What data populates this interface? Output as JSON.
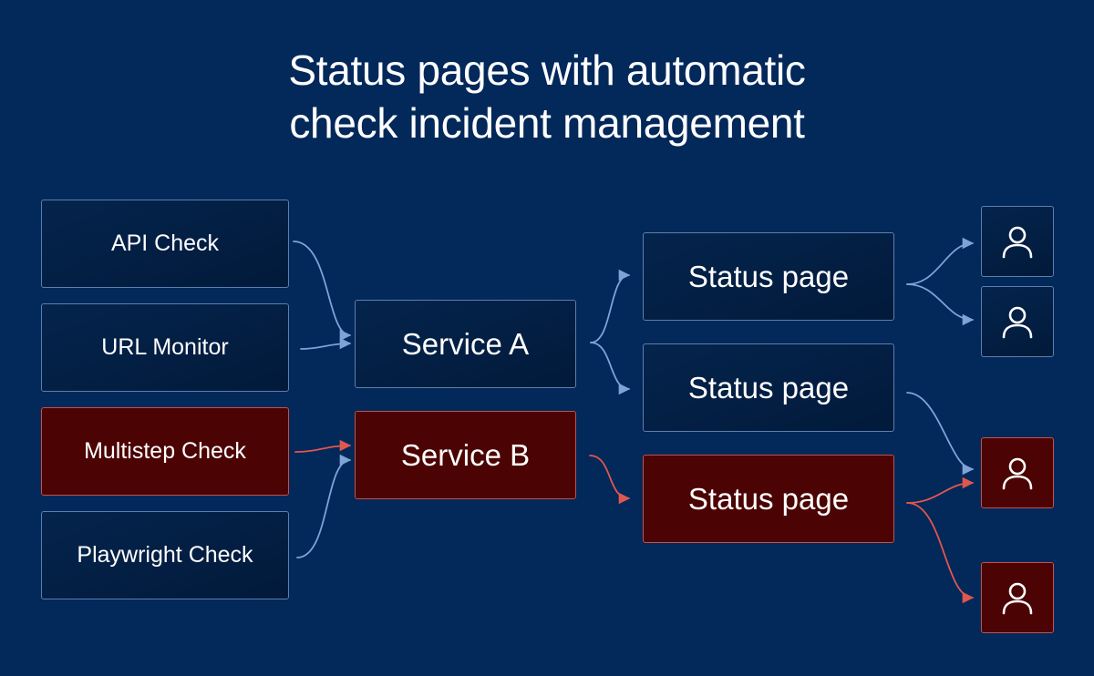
{
  "title": {
    "line1": "Status pages with automatic",
    "line2": "check incident management"
  },
  "checks": [
    {
      "label": "API Check",
      "status": "ok"
    },
    {
      "label": "URL Monitor",
      "status": "ok"
    },
    {
      "label": "Multistep Check",
      "status": "failing"
    },
    {
      "label": "Playwright Check",
      "status": "ok"
    }
  ],
  "services": [
    {
      "label": "Service A",
      "status": "ok"
    },
    {
      "label": "Service B",
      "status": "failing"
    }
  ],
  "status_pages": [
    {
      "label": "Status page",
      "status": "ok"
    },
    {
      "label": "Status page",
      "status": "ok"
    },
    {
      "label": "Status page",
      "status": "failing"
    }
  ],
  "subscribers": [
    {
      "icon": "user-icon",
      "status": "ok"
    },
    {
      "icon": "user-icon",
      "status": "ok"
    },
    {
      "icon": "user-icon",
      "status": "failing"
    },
    {
      "icon": "user-icon",
      "status": "failing"
    }
  ],
  "colors": {
    "background": "#03285a",
    "node_ok_border": "#5b7fad",
    "node_failing_fill": "#4c0303",
    "node_failing_border": "#c0524d",
    "arrow_ok": "#7fa3d6",
    "arrow_failing": "#e0574f"
  }
}
